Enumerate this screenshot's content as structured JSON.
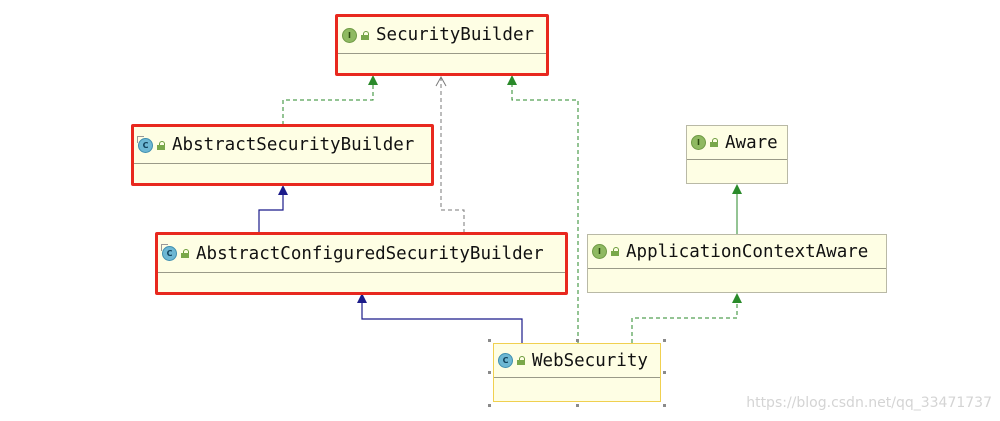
{
  "diagram": {
    "nodes": [
      {
        "id": "security-builder",
        "label": "SecurityBuilder",
        "kind": "interface",
        "kind_letter": "I"
      },
      {
        "id": "abstract-security-builder",
        "label": "AbstractSecurityBuilder",
        "kind": "abstract-class",
        "kind_letter": "C"
      },
      {
        "id": "abstract-configured-security-builder",
        "label": "AbstractConfiguredSecurityBuilder",
        "kind": "abstract-class",
        "kind_letter": "C"
      },
      {
        "id": "aware",
        "label": "Aware",
        "kind": "interface",
        "kind_letter": "I"
      },
      {
        "id": "application-context-aware",
        "label": "ApplicationContextAware",
        "kind": "interface",
        "kind_letter": "I"
      },
      {
        "id": "web-security",
        "label": "WebSecurity",
        "kind": "class",
        "kind_letter": "C"
      }
    ],
    "highlighted_nodes": [
      "security-builder",
      "abstract-security-builder",
      "abstract-configured-security-builder"
    ],
    "selected_node": "web-security",
    "edges": [
      {
        "from": "abstract-security-builder",
        "to": "security-builder",
        "type": "implements"
      },
      {
        "from": "abstract-configured-security-builder",
        "to": "abstract-security-builder",
        "type": "extends"
      },
      {
        "from": "abstract-configured-security-builder",
        "to": "security-builder",
        "type": "dependency"
      },
      {
        "from": "web-security",
        "to": "abstract-configured-security-builder",
        "type": "extends"
      },
      {
        "from": "web-security",
        "to": "security-builder",
        "type": "implements"
      },
      {
        "from": "web-security",
        "to": "application-context-aware",
        "type": "implements"
      },
      {
        "from": "application-context-aware",
        "to": "aware",
        "type": "extends-interface"
      }
    ]
  },
  "colors": {
    "node_fill": "#fefee4",
    "highlight_border": "#e8281e",
    "implements_edge": "#2a8a2a",
    "extends_edge": "#1b1b8a",
    "dependency_edge": "#7a7a7a"
  },
  "watermark": "https://blog.csdn.net/qq_33471737"
}
